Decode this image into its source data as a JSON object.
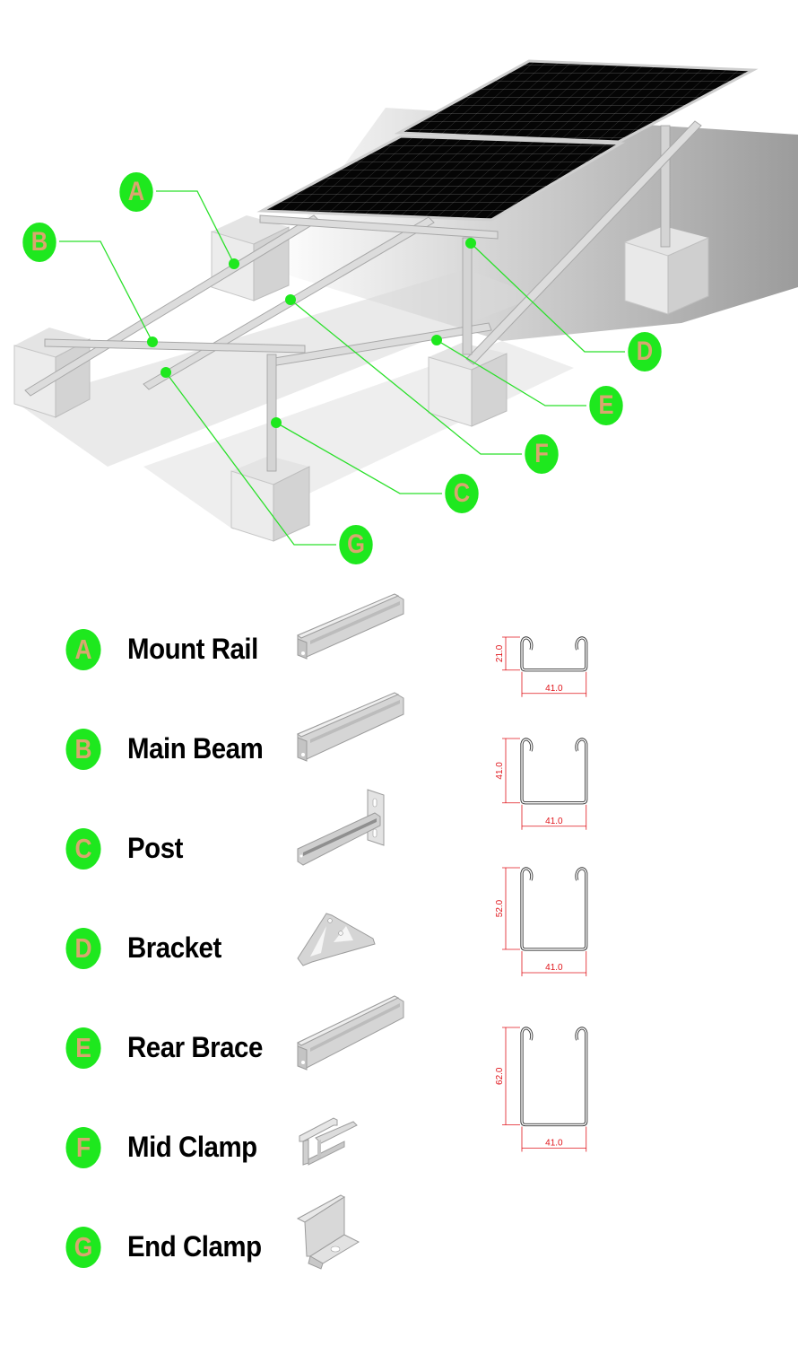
{
  "diagram": {
    "title": "Ground-mount solar panel racking system — component callouts",
    "accent_color": "#1ee81e",
    "badge_letter_color": "#d9a66f",
    "dimension_color": "#e0151b",
    "callouts": [
      {
        "letter": "A",
        "part": "Mount Rail"
      },
      {
        "letter": "B",
        "part": "Main Beam"
      },
      {
        "letter": "C",
        "part": "Post"
      },
      {
        "letter": "D",
        "part": "Bracket"
      },
      {
        "letter": "E",
        "part": "Rear Brace"
      },
      {
        "letter": "F",
        "part": "Mid Clamp"
      },
      {
        "letter": "G",
        "part": "End Clamp"
      }
    ]
  },
  "legend": [
    {
      "letter": "A",
      "label": "Mount Rail",
      "icon": "c-channel-rail-icon"
    },
    {
      "letter": "B",
      "label": "Main Beam",
      "icon": "c-channel-beam-icon"
    },
    {
      "letter": "C",
      "label": "Post",
      "icon": "post-with-baseplate-icon"
    },
    {
      "letter": "D",
      "label": "Bracket",
      "icon": "triangular-bracket-icon"
    },
    {
      "letter": "E",
      "label": "Rear Brace",
      "icon": "c-channel-brace-icon"
    },
    {
      "letter": "F",
      "label": "Mid Clamp",
      "icon": "mid-clamp-icon"
    },
    {
      "letter": "G",
      "label": "End Clamp",
      "icon": "end-clamp-icon"
    }
  ],
  "profiles": [
    {
      "height_label": "21.0",
      "width_label": "41.0",
      "height": 21.0,
      "width": 41.0
    },
    {
      "height_label": "41.0",
      "width_label": "41.0",
      "height": 41.0,
      "width": 41.0
    },
    {
      "height_label": "52.0",
      "width_label": "41.0",
      "height": 52.0,
      "width": 41.0
    },
    {
      "height_label": "62.0",
      "width_label": "41.0",
      "height": 62.0,
      "width": 41.0
    }
  ]
}
